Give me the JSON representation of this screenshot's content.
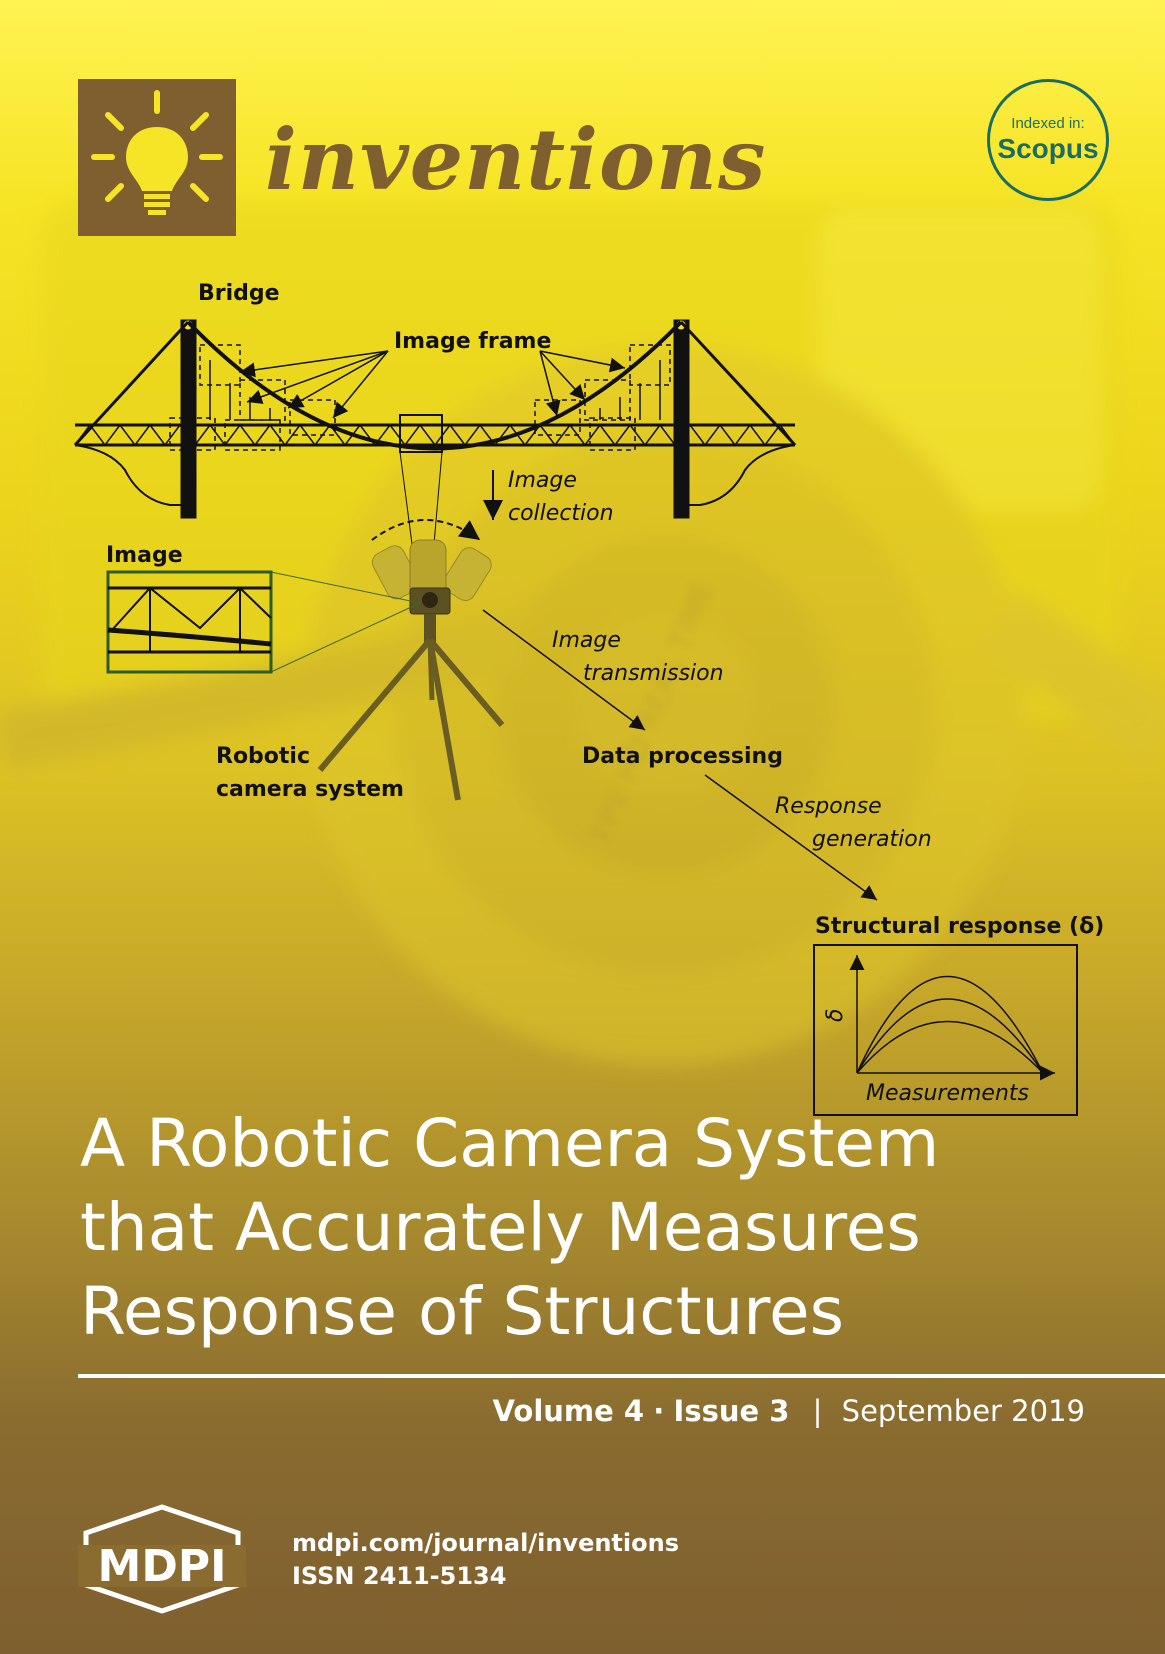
{
  "journal": {
    "name": "inventions",
    "badge_line1": "Indexed in:",
    "badge_line2": "Scopus"
  },
  "figure": {
    "bridge_label": "Bridge",
    "image_frame_label": "Image frame",
    "image_collection_line1": "Image",
    "image_collection_line2": "collection",
    "image_label": "Image",
    "image_transmission_line1": "Image",
    "image_transmission_line2": "transmission",
    "robotic_line1": "Robotic",
    "robotic_line2": "camera system",
    "data_processing_label": "Data processing",
    "response_generation_line1": "Response",
    "response_generation_line2": "generation",
    "structural_response_label": "Structural response (δ)",
    "delta_axis_label": "δ",
    "measurements_axis_label": "Measurements",
    "background_camera_text": "FPV HD REAL TIME"
  },
  "title": {
    "line1": "A Robotic Camera System",
    "line2": "that Accurately Measures",
    "line3": "Response of Structures"
  },
  "issue": {
    "volume": "Volume 4",
    "dot": "·",
    "issue": "Issue 3",
    "divider": "|",
    "date": "September 2019"
  },
  "publisher": {
    "logo_text": "MDPI",
    "url": "mdpi.com/journal/inventions",
    "issn": "ISSN 2411-5134"
  },
  "colors": {
    "brown": "#7f5f30",
    "teal": "#1b6d63",
    "yellow": "#f6e426"
  }
}
